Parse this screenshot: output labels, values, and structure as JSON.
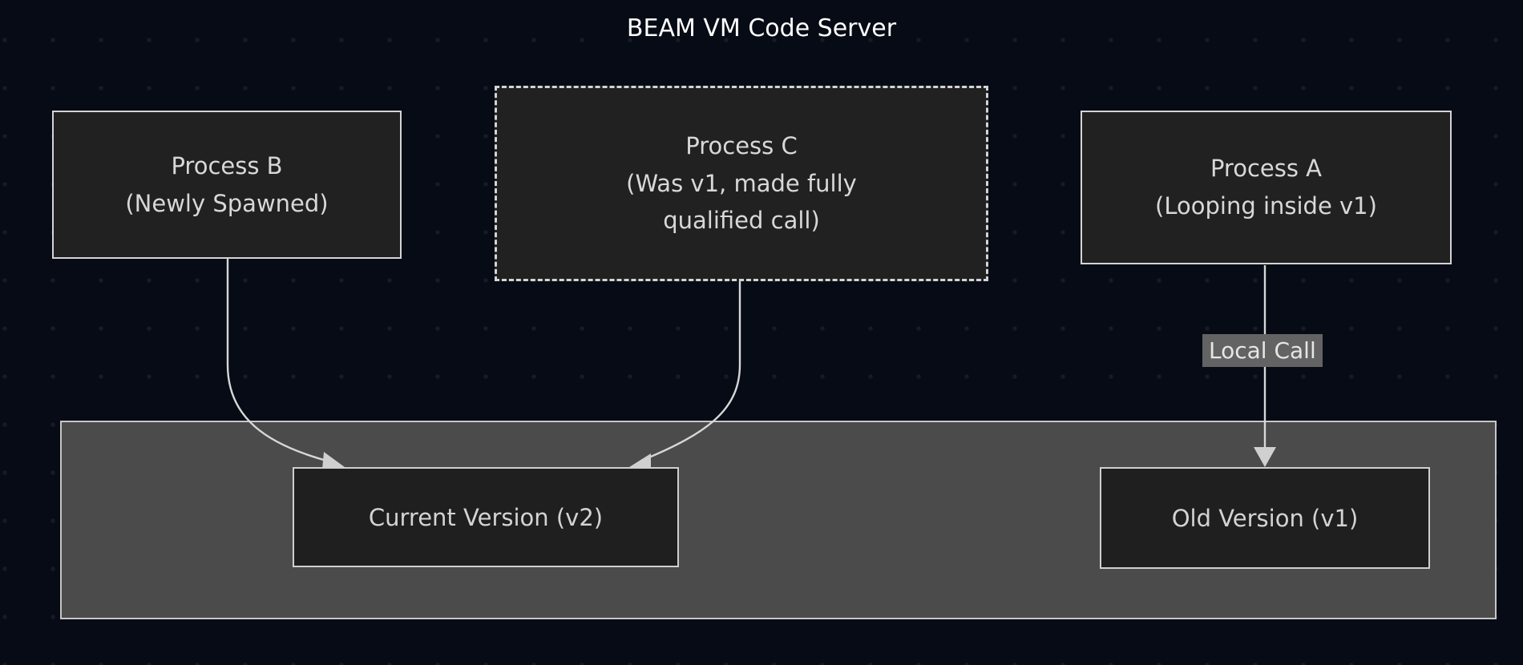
{
  "diagram": {
    "title": "BEAM VM hot code reloading diagram",
    "background_color": "#060b16",
    "node_fill": "#212121",
    "node_border": "#d4d4d4",
    "container_fill": "#4b4b4b",
    "label_fill": "#636363",
    "edge_color": "#d7d7d7"
  },
  "nodes": {
    "process_b": {
      "name": "Process B",
      "line1": "Process B",
      "line2": "(Newly Spawned)",
      "border_style": "solid"
    },
    "process_c": {
      "name": "Process C",
      "line1": "Process C",
      "line2": "(Was v1, made fully",
      "line3": "qualified call)",
      "border_style": "dashed"
    },
    "process_a": {
      "name": "Process A",
      "line1": "Process A",
      "line2": "(Looping inside v1)",
      "border_style": "solid"
    }
  },
  "container": {
    "title": "BEAM VM Code Server",
    "children": {
      "current_version": "Current Version (v2)",
      "old_version": "Old Version (v1)"
    }
  },
  "edges": [
    {
      "id": "edge-b-to-current",
      "from": "Process B",
      "to": "Current Version (v2)",
      "label": "",
      "style": "curved"
    },
    {
      "id": "edge-c-to-current",
      "from": "Process C",
      "to": "Current Version (v2)",
      "label": "",
      "style": "curved"
    },
    {
      "id": "edge-a-to-old",
      "from": "Process A",
      "to": "Old Version (v1)",
      "label": "Local Call",
      "style": "straight"
    }
  ],
  "labels": {
    "local_call": "Local Call"
  }
}
